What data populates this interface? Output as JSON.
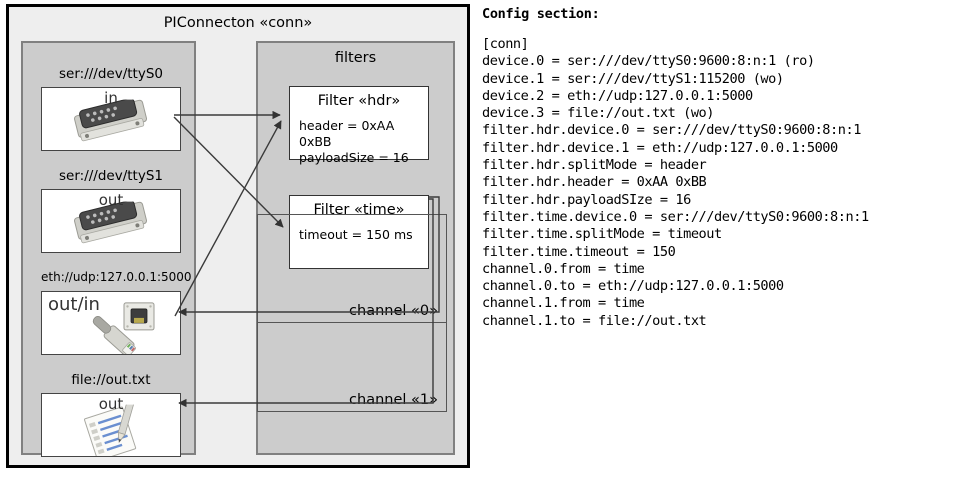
{
  "diagram": {
    "title": "PIConnecton «conn»",
    "devices_group": {
      "name": "devices-group",
      "devices": [
        {
          "label": "ser:///dev/ttyS0",
          "direction": "in",
          "icon": "serial-port-icon"
        },
        {
          "label": "ser:///dev/ttyS1",
          "direction": "out",
          "icon": "serial-port-icon"
        },
        {
          "label": "eth://udp:127.0.0.1:5000",
          "direction": "out/in",
          "icon": "ethernet-jack-icon"
        },
        {
          "label": "file://out.txt",
          "direction": "out",
          "icon": "text-file-icon"
        }
      ]
    },
    "filters_group": {
      "title": "filters",
      "filters": [
        {
          "title": "Filter «hdr»",
          "lines": [
            "header = 0xAA 0xBB",
            "payloadSize = 16"
          ]
        },
        {
          "title": "Filter «time»",
          "lines": [
            "timeout = 150 ms"
          ]
        }
      ],
      "channels": [
        {
          "label": "channel «0»"
        },
        {
          "label": "channel «1»"
        }
      ]
    }
  },
  "config": {
    "heading": "Config section:",
    "lines": [
      "[conn]",
      "device.0 = ser:///dev/ttyS0:9600:8:n:1 (ro)",
      "device.1 = ser:///dev/ttyS1:115200 (wo)",
      "device.2 = eth://udp:127.0.0.1:5000",
      "device.3 = file://out.txt (wo)",
      "filter.hdr.device.0 = ser:///dev/ttyS0:9600:8:n:1",
      "filter.hdr.device.1 = eth://udp:127.0.0.1:5000",
      "filter.hdr.splitMode = header",
      "filter.hdr.header = 0xAA 0xBB",
      "filter.hdr.payloadSIze = 16",
      "filter.time.device.0 = ser:///dev/ttyS0:9600:8:n:1",
      "filter.time.splitMode = timeout",
      "filter.time.timeout = 150",
      "channel.0.from = time",
      "channel.0.to = eth://udp:127.0.0.1:5000",
      "channel.1.from = time",
      "channel.1.to = file://out.txt"
    ]
  },
  "colors": {
    "outer_border": "#000000",
    "canvas": "#eeeeee",
    "group_fill": "#cccccc",
    "group_border": "#808080",
    "card_fill": "#ffffff",
    "card_border": "#333333",
    "wire": "#3a3a3a"
  }
}
